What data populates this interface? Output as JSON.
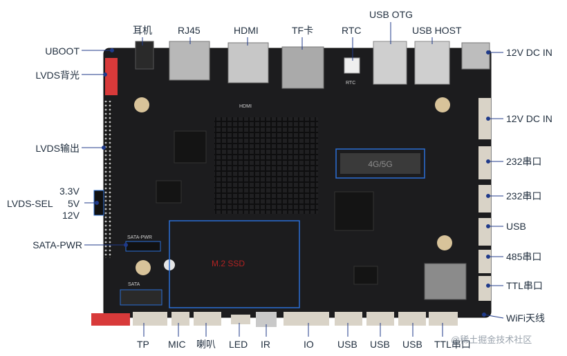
{
  "labels": {
    "top": {
      "earphone": "耳机",
      "rj45": "RJ45",
      "hdmi": "HDMI",
      "tf": "TF卡",
      "rtc": "RTC",
      "usb_otg": "USB OTG",
      "usb_host": "USB HOST"
    },
    "left": {
      "uboot": "UBOOT",
      "lvds_backlight": "LVDS背光",
      "lvds_out": "LVDS输出",
      "v33": "3.3V",
      "lvds_sel": "LVDS-SEL",
      "v5": "5V",
      "v12": "12V",
      "sata_pwr": "SATA-PWR"
    },
    "right": {
      "dc_in_1": "12V DC IN",
      "dc_in_2": "12V DC IN",
      "serial232_1": "232串口",
      "serial232_2": "232串口",
      "usb": "USB",
      "serial485": "485串口",
      "ttl": "TTL串口",
      "wifi": "WiFi天线"
    },
    "bottom": {
      "tp": "TP",
      "mic": "MIC",
      "speaker": "喇叭",
      "led": "LED",
      "ir": "IR",
      "io": "IO",
      "usb1": "USB",
      "usb2": "USB",
      "usb3": "USB",
      "ttl": "TTL串口"
    }
  },
  "board": {
    "silk_hdmi": "HDMI",
    "silk_rtc": "RTC",
    "silk_sata_pwr": "SATA-PWR",
    "silk_sata": "SATA",
    "slot_label": "M.2 SSD",
    "modem_label": "4G/5G"
  },
  "watermark": "@稀土掘金技术社区",
  "colors": {
    "board": "#1c1c1e",
    "leader": "#1f3a8a",
    "highlight": "#2b6fd6"
  }
}
